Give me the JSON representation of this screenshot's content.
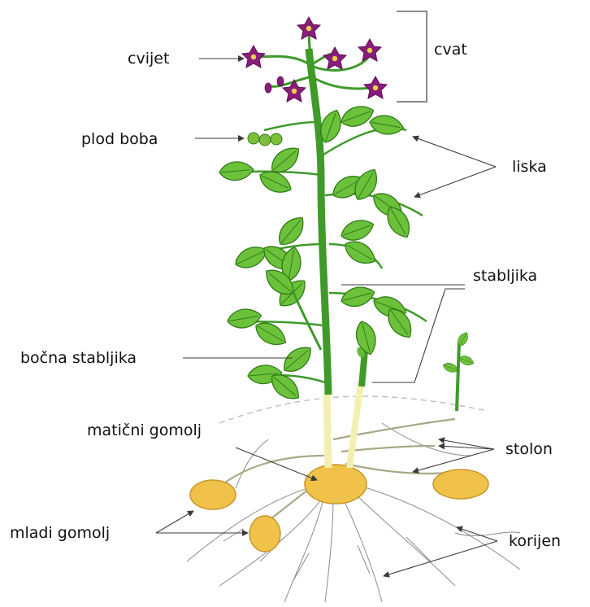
{
  "diagram": {
    "labels": {
      "cvijet": "cvijet",
      "cvat": "cvat",
      "plod_boba": "plod boba",
      "liska": "liska",
      "stabljika": "stabljika",
      "bocna_stabljika": "bočna stabljika",
      "maticni_gomolj": "matični gomolj",
      "stolon": "stolon",
      "mladi_gomolj": "mladi gomolj",
      "korijen": "korijen"
    },
    "colors": {
      "leaf": "#6cc13a",
      "leaf_dark": "#2f7a17",
      "stem": "#3f9a2a",
      "stem_pale": "#f2efb0",
      "flower": "#8a1c7c",
      "flower_center": "#e8d34a",
      "berry": "#7cbf3a",
      "tuber": "#f0c24a",
      "tuber_dark": "#c9952a",
      "root": "#8c8c8c",
      "ground_line": "#bdbdbd",
      "pointer": "#3a3a3a",
      "bracket": "#8a8a8a"
    }
  }
}
